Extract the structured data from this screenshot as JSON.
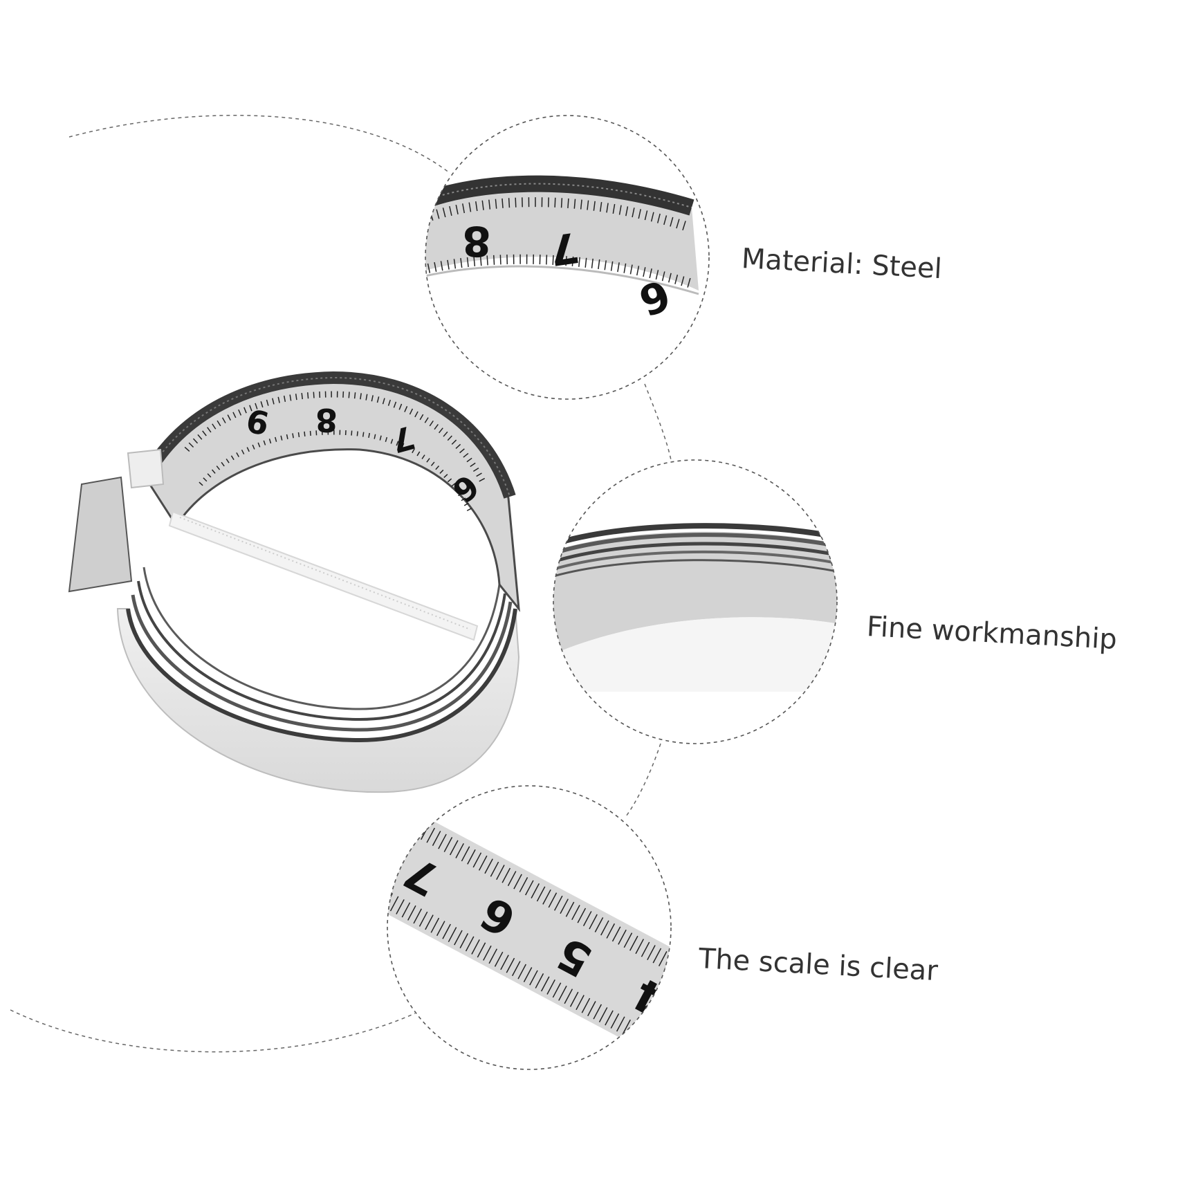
{
  "callouts": [
    {
      "label": "Material: Steel"
    },
    {
      "label": "Fine workmanship"
    },
    {
      "label": "The scale is clear"
    }
  ],
  "tape_numbers": {
    "main_coil": [
      "9",
      "8",
      "7",
      "6"
    ],
    "detail_top": [
      "8",
      "7",
      "6"
    ],
    "detail_bottom": [
      "7",
      "6",
      "5",
      "4"
    ]
  },
  "colors": {
    "tape_face": "#d8d8d8",
    "tape_edge": "#4a4a4a",
    "tape_back": "#e6e6e6",
    "dashed_line": "#666666",
    "text": "#333333"
  }
}
